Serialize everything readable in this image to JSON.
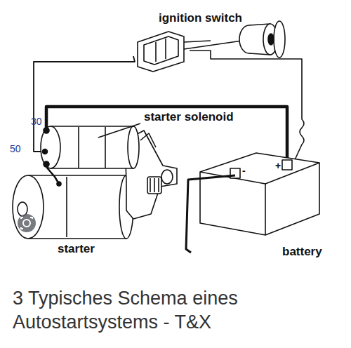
{
  "diagram": {
    "caption": "3 Typisches Schema eines Autostartsystems - T&X",
    "labels": [
      "ignition switch",
      "starter solenoid",
      "30",
      "50",
      "starter",
      "battery",
      "-",
      "+"
    ]
  }
}
